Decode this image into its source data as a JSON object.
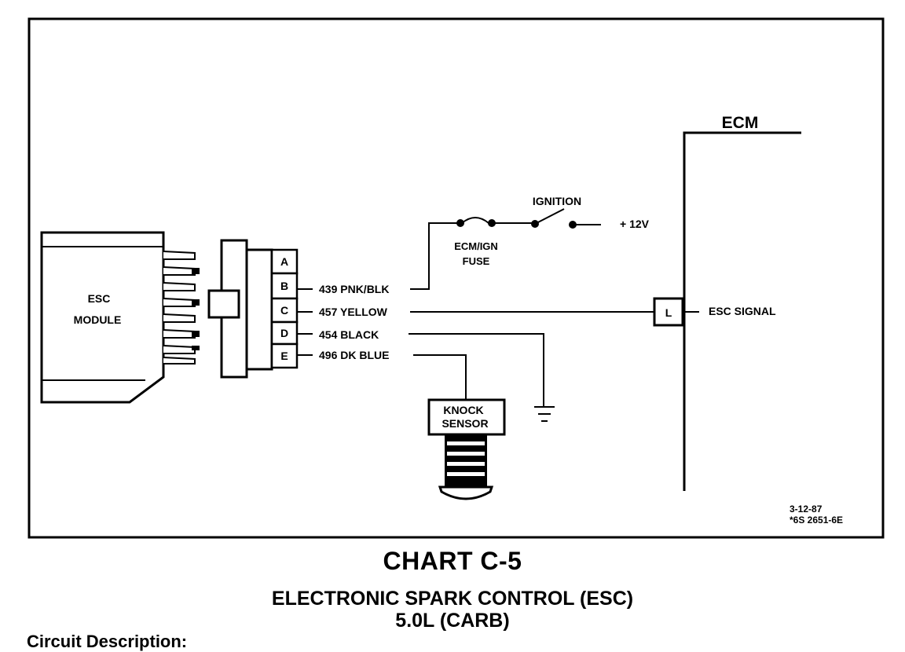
{
  "diagram": {
    "ecm_label": "ECM",
    "ignition_label": "IGNITION",
    "voltage_label": "+ 12V",
    "fuse_label_line1": "ECM/IGN",
    "fuse_label_line2": "FUSE",
    "esc_module_line1": "ESC",
    "esc_module_line2": "MODULE",
    "connector_pins": [
      "A",
      "B",
      "C",
      "D",
      "E"
    ],
    "wires": [
      "439 PNK/BLK",
      "457 YELLOW",
      "454 BLACK",
      "496 DK BLUE"
    ],
    "ecm_terminal": "L",
    "esc_signal_label": "ESC SIGNAL",
    "knock_sensor_line1": "KNOCK",
    "knock_sensor_line2": "SENSOR",
    "date_code": "3-12-87",
    "part_code": "*6S 2651-6E"
  },
  "captions": {
    "title": "CHART C-5",
    "subtitle": "ELECTRONIC SPARK CONTROL (ESC)",
    "engine": "5.0L  (CARB)",
    "next_heading": "Circuit Description:"
  }
}
